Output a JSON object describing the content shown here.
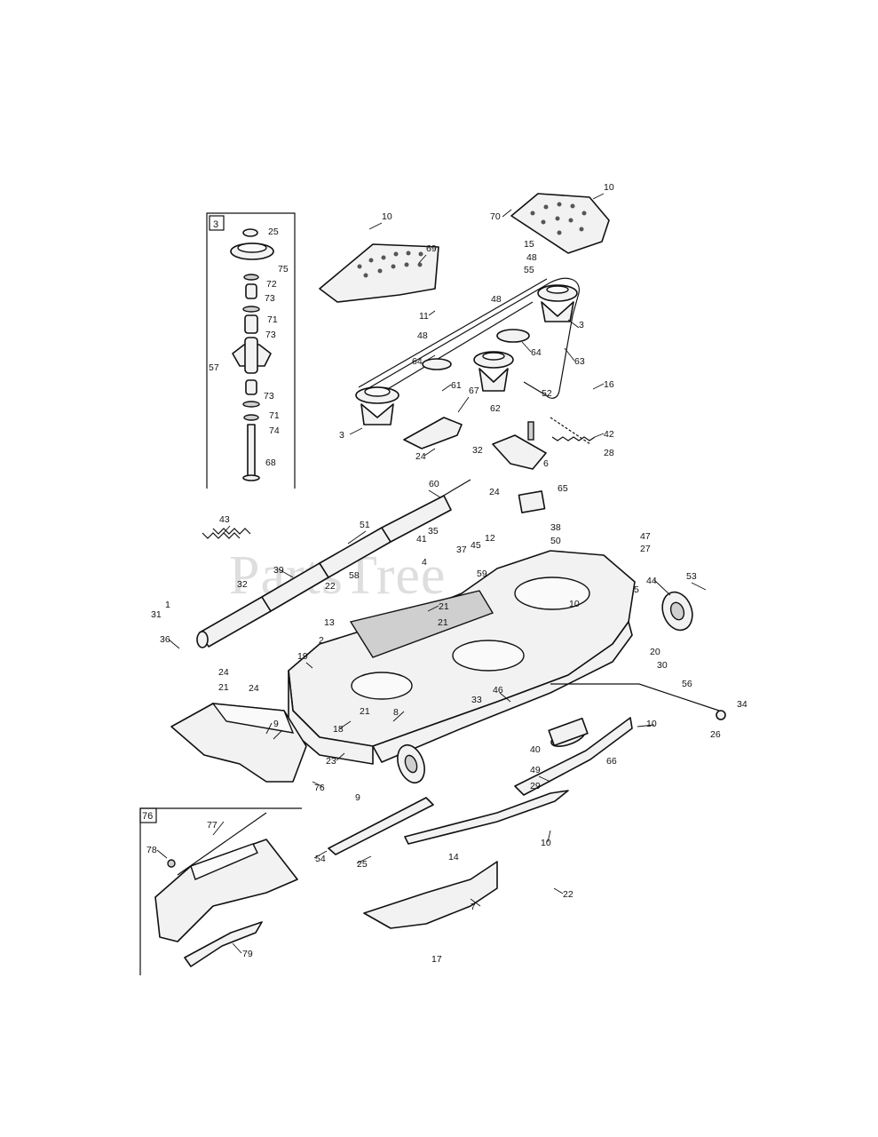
{
  "watermark": "PartsTree",
  "insets": {
    "spindle": {
      "label": "3"
    },
    "grass_bag": {
      "label": "76"
    }
  },
  "callouts": [
    "10",
    "10",
    "69",
    "70",
    "15",
    "48",
    "55",
    "48",
    "11",
    "48",
    "3",
    "64",
    "63",
    "64",
    "61",
    "3",
    "62",
    "67",
    "52",
    "16",
    "42",
    "28",
    "24",
    "6",
    "32",
    "24",
    "65",
    "60",
    "43",
    "51",
    "35",
    "41",
    "45",
    "12",
    "38",
    "50",
    "47",
    "27",
    "5",
    "4",
    "37",
    "59",
    "39",
    "58",
    "22",
    "21",
    "21",
    "10",
    "44",
    "53",
    "32",
    "1",
    "31",
    "36",
    "13",
    "2",
    "19",
    "20",
    "24",
    "21",
    "24",
    "21",
    "46",
    "33",
    "30",
    "56",
    "8",
    "34",
    "26",
    "10",
    "9",
    "18",
    "23",
    "40",
    "66",
    "76",
    "49",
    "29",
    "9",
    "54",
    "25",
    "10",
    "14",
    "7",
    "22",
    "77",
    "78",
    "79",
    "17",
    "25",
    "75",
    "72",
    "73",
    "71",
    "73",
    "57",
    "73",
    "71",
    "74",
    "68"
  ]
}
